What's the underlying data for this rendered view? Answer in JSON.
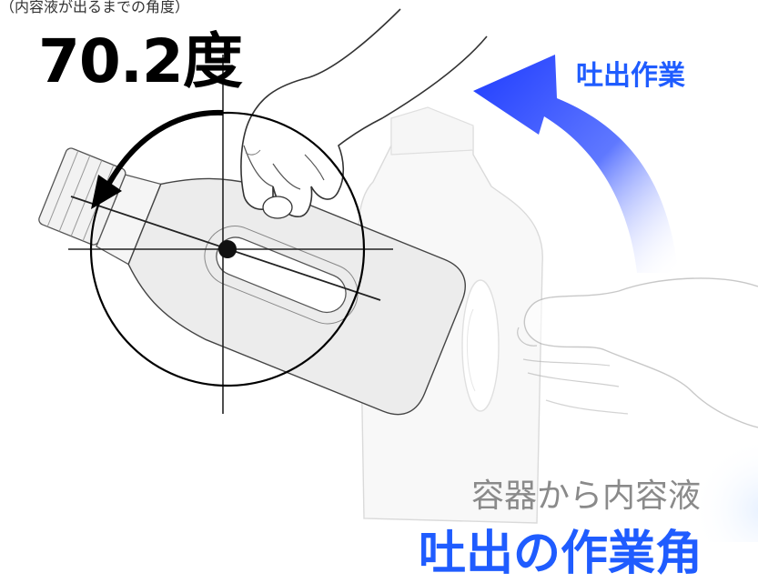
{
  "labels": {
    "top_caption": "（内容液が出るまでの角度）",
    "angle_value": "70.2度",
    "action_label": "吐出作業",
    "description": "容器から内容液",
    "highlight": "吐出の作業角"
  },
  "colors": {
    "accent_blue": "#1f5cff",
    "text_gray": "#8a8a8a",
    "black": "#000000"
  },
  "icons": {
    "rotation_arrow": "counterclockwise-arrow-icon",
    "lift_arrow": "curved-up-arrow-icon"
  }
}
